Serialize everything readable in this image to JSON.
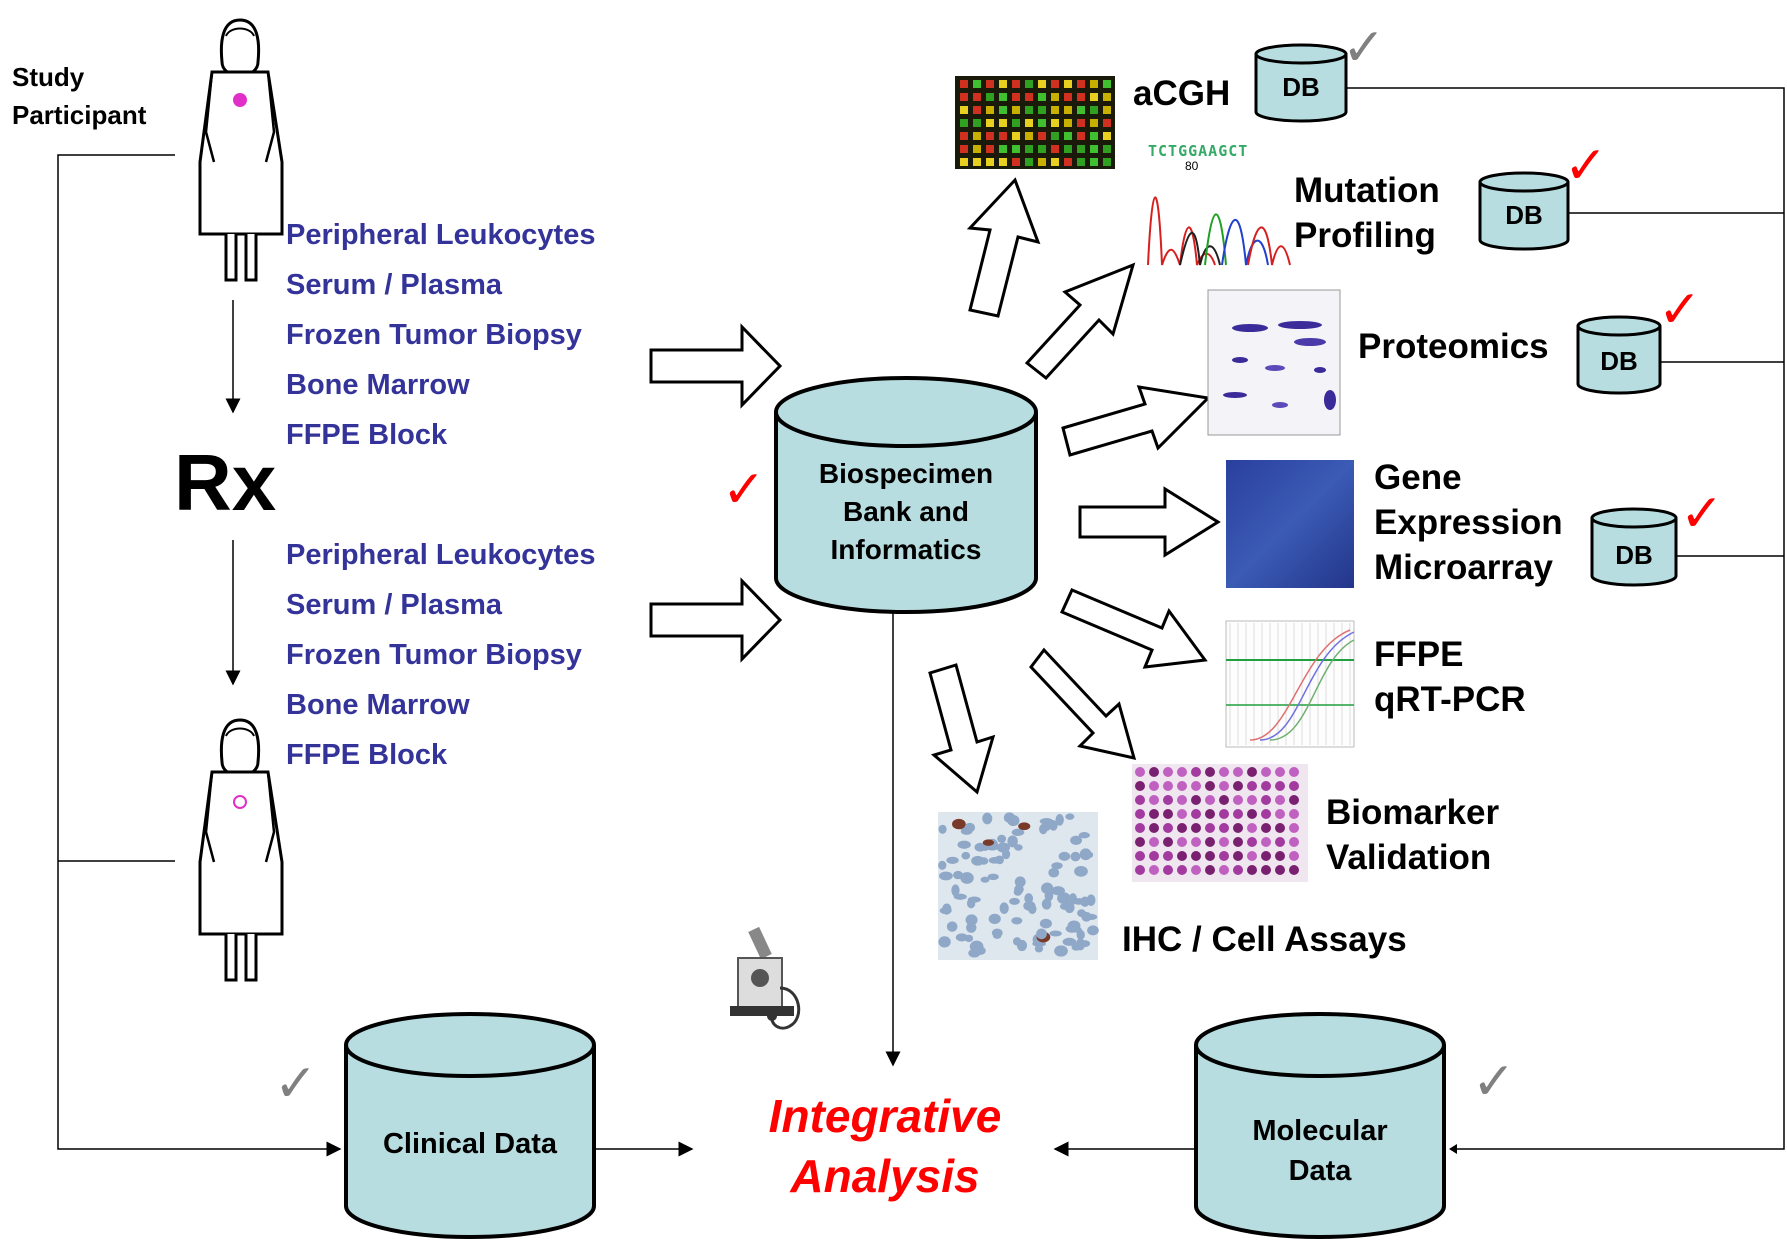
{
  "participant": {
    "label": "Study\nParticipant"
  },
  "samples_pre": [
    "Peripheral Leukocytes",
    "Serum / Plasma",
    "Frozen Tumor Biopsy",
    "Bone Marrow",
    "FFPE Block"
  ],
  "samples_post": [
    "Peripheral Leukocytes",
    "Serum / Plasma",
    "Frozen Tumor Biopsy",
    "Bone Marrow",
    "FFPE Block"
  ],
  "treatment": "Rx",
  "biobank": {
    "label": "Biospecimen\nBank and\nInformatics"
  },
  "assays": {
    "acgh": "aCGH",
    "mutation": "Mutation\nProfiling",
    "proteomics": "Proteomics",
    "gene_expression": "Gene\nExpression\nMicroarray",
    "qrtpcr": "FFPE\nqRT-PCR",
    "biomarker": "Biomarker\nValidation",
    "ihc": "IHC / Cell Assays"
  },
  "db_label": "DB",
  "sequence_text": "TCTGGAAGCT",
  "sequence_pos": "80",
  "clinical": {
    "label": "Clinical Data"
  },
  "molecular": {
    "label": "Molecular\nData"
  },
  "integrative": {
    "label": "Integrative\nAnalysis"
  },
  "colors": {
    "cylinder_fill": "#b7dde0",
    "sample_text": "#333399",
    "check_red": "#ff0000",
    "check_gray": "#808080",
    "integrative_red": "#ff0000"
  },
  "checkmark": "✓"
}
